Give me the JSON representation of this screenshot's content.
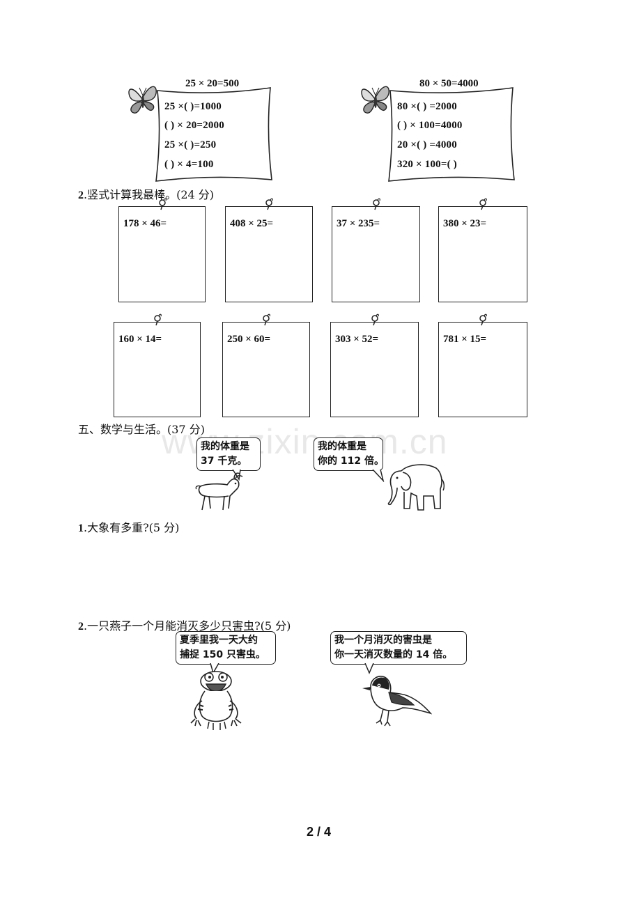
{
  "top_cards": [
    {
      "title": "25 × 20=500",
      "lines": [
        "25 ×(        )=1000",
        "(        ) × 20=2000",
        "25 ×(        )=250",
        "(        ) × 4=100"
      ]
    },
    {
      "title": "80 × 50=4000",
      "lines": [
        "80 ×(        ) =2000",
        "(        ) × 100=4000",
        "20 ×(        ) =4000",
        "320 × 100=(        )"
      ]
    }
  ],
  "section2_heading": {
    "num": "2",
    "text": ".竖式计算我最棒。(24 分)"
  },
  "calc_row1": [
    "178 × 46=",
    "408 × 25=",
    "37 × 235=",
    "380 × 23="
  ],
  "calc_row2": [
    "160 × 14=",
    "250 × 60=",
    "303 × 52=",
    "781 × 15="
  ],
  "section5_heading": "五、数学与生活。(37 分)",
  "goat_bubble": [
    "我的体重是",
    "37 千克。"
  ],
  "elephant_bubble": [
    "我的体重是",
    "你的 112 倍。"
  ],
  "q1": {
    "num": "1",
    "text": ".大象有多重?(5 分)"
  },
  "q2": {
    "num": "2",
    "text": ".一只燕子一个月能消灭多少只害虫?(5 分)"
  },
  "frog_bubble": [
    "夏季里我一天大约",
    "捕捉 150 只害虫。"
  ],
  "bird_bubble": [
    "我一个月消灭的害虫是",
    "你一天消灭数量的 14 倍。"
  ],
  "watermark": "www.zixin.com.cn",
  "page_number": "2 / 4",
  "icons": [
    "butterfly-icon",
    "pushpin-icon",
    "goat-icon",
    "elephant-icon",
    "frog-icon",
    "swallow-icon"
  ]
}
